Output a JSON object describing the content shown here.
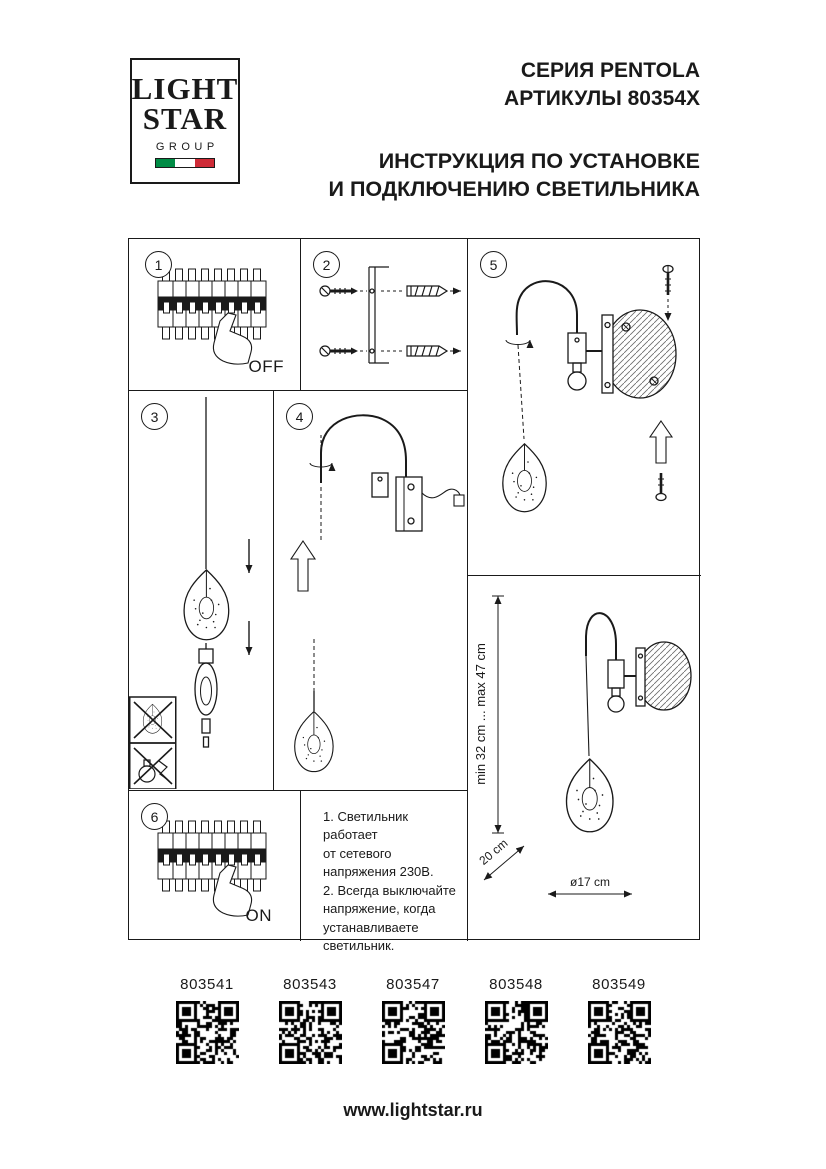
{
  "logo": {
    "word1": "LIGHT",
    "word2": "STAR",
    "word3": "GROUP",
    "flag_colors": {
      "green": "#008C45",
      "white": "#FFFFFF",
      "red": "#CE2B37"
    }
  },
  "header": {
    "series": "СЕРИЯ PENTOLA",
    "articles": "АРТИКУЛЫ 80354X",
    "line1": "ИНСТРУКЦИЯ ПО УСТАНОВКЕ",
    "line2": "И ПОДКЛЮЧЕНИЮ СВЕТИЛЬНИКА"
  },
  "steps": {
    "s1": "1",
    "s2": "2",
    "s3": "3",
    "s4": "4",
    "s5": "5",
    "s6": "6"
  },
  "labels": {
    "off": "OFF",
    "on": "ON"
  },
  "dimensions": {
    "height": "min 32 cm ... max 47 cm",
    "depth": "20 cm",
    "diameter": "ø17 cm"
  },
  "notes": "1. Светильник работает\nот сетевого\nнапряжения 230В.\n2. Всегда выключайте\nнапряжение, когда\nустанавливаете светильник.",
  "articles": [
    "803541",
    "803543",
    "803547",
    "803548",
    "803549"
  ],
  "footer": "www.lightstar.ru",
  "ink_color": "#1a1a1a"
}
